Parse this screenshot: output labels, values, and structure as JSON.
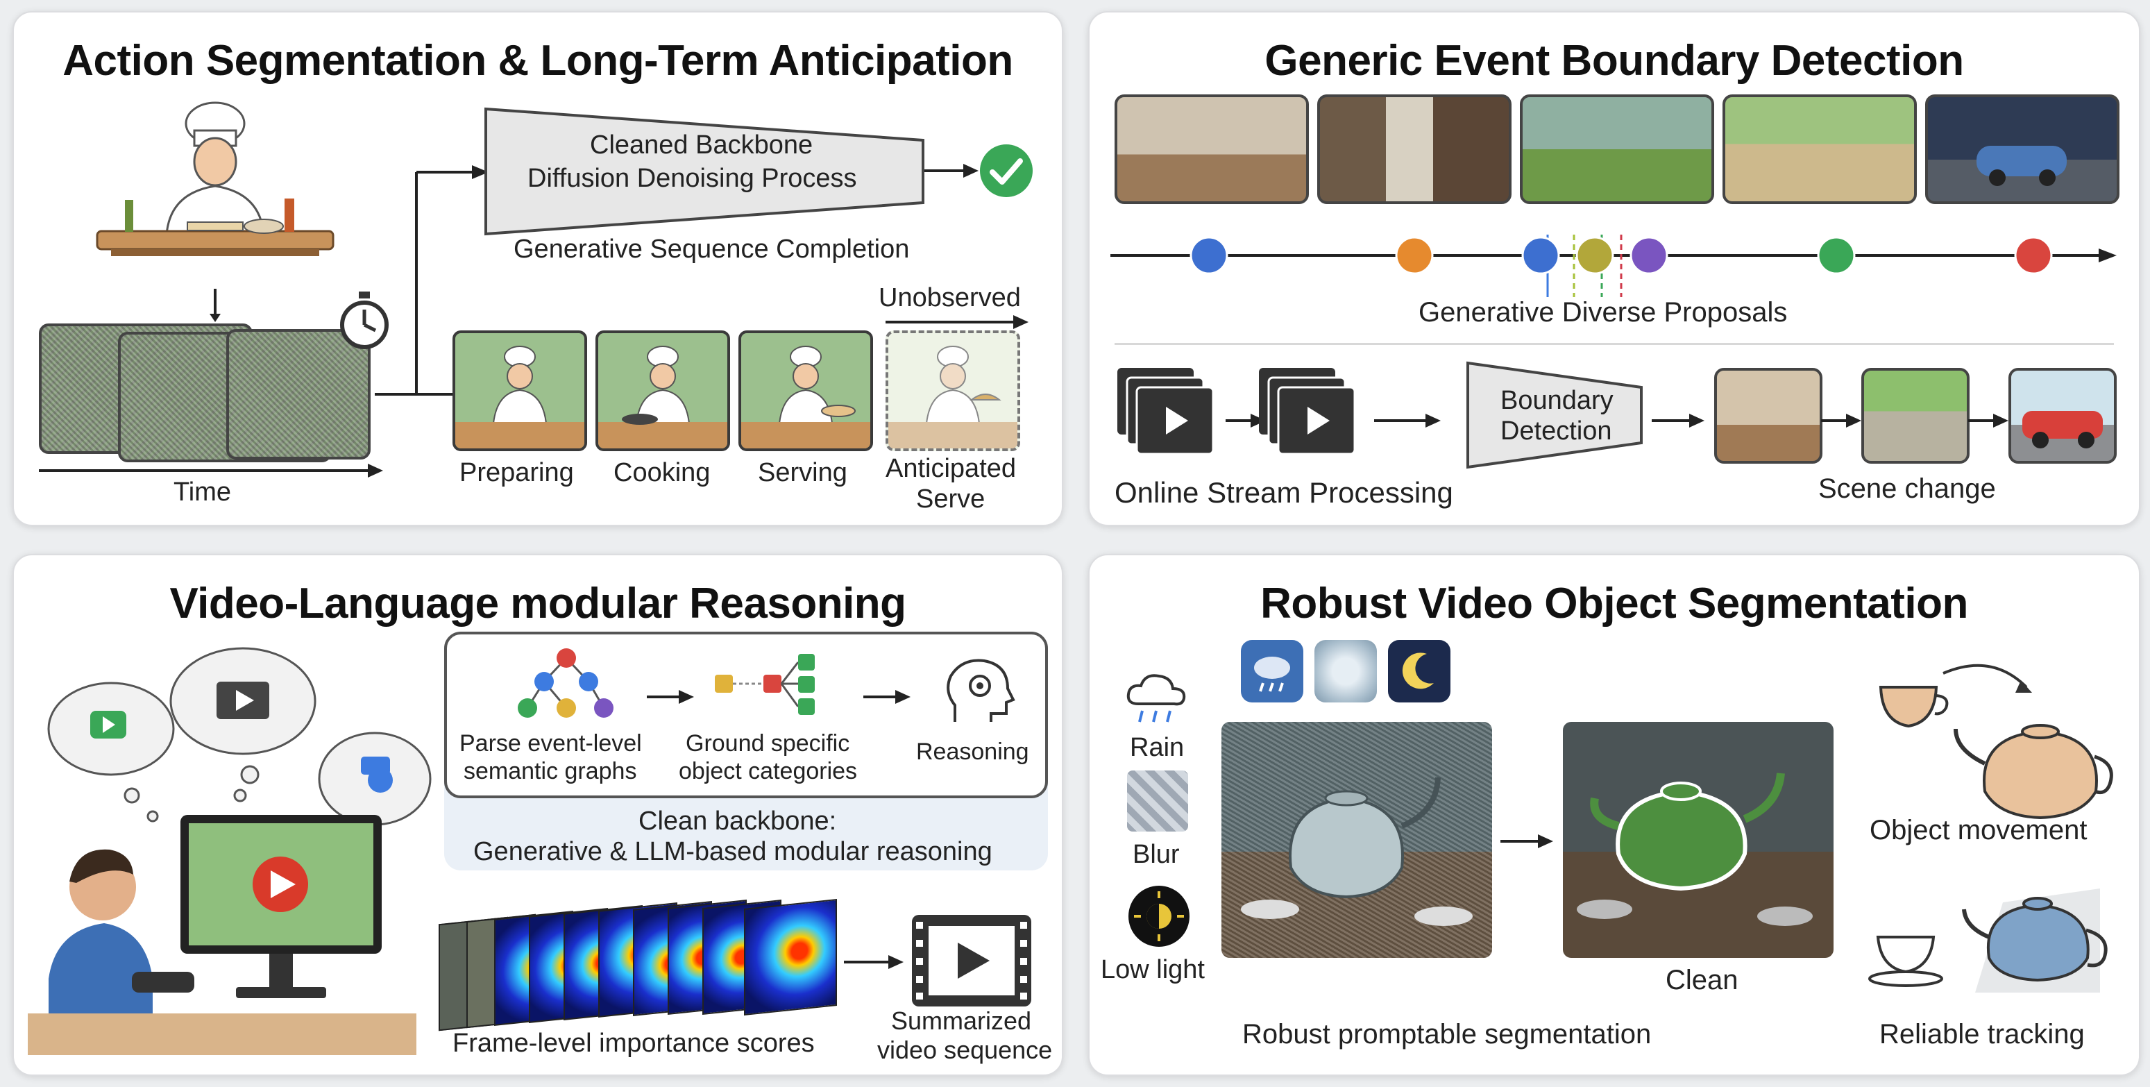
{
  "panels": {
    "action": {
      "title": "Action Segmentation & Long-Term Anticipation",
      "time_label": "Time",
      "backbone_line1": "Cleaned Backbone",
      "backbone_line2": "Diffusion Denoising Process",
      "completion": "Generative Sequence Completion",
      "unobserved": "Unobserved",
      "steps": [
        "Preparing",
        "Cooking",
        "Serving"
      ],
      "anticipated_line1": "Anticipated",
      "anticipated_line2": "Serve"
    },
    "gebd": {
      "title": "Generic Event Boundary Detection",
      "proposals": "Generative Diverse Proposals",
      "boundary_line1": "Boundary",
      "boundary_line2": "Detection",
      "online": "Online Stream Processing",
      "scene_change": "Scene change"
    },
    "vlr": {
      "title": "Video-Language modular Reasoning",
      "parse_line1": "Parse event-level",
      "parse_line2": "semantic graphs",
      "ground_line1": "Ground specific",
      "ground_line2": "object categories",
      "reasoning": "Reasoning",
      "clean_line1": "Clean backbone:",
      "clean_line2": "Generative & LLM-based modular reasoning",
      "frame_scores": "Frame-level importance scores",
      "summ_line1": "Summarized",
      "summ_line2": "video sequence"
    },
    "rvos": {
      "title": "Robust Video Object Segmentation",
      "conditions": [
        "Rain",
        "Blur",
        "Low light"
      ],
      "clean": "Clean",
      "robust": "Robust promptable segmentation",
      "movement": "Object movement",
      "tracking": "Reliable tracking"
    }
  },
  "colors": {
    "accent_green": "#3aa757",
    "mask_green": "#4d8f3f",
    "panel_bg": "#ffffff",
    "page_bg": "#eceef0"
  }
}
